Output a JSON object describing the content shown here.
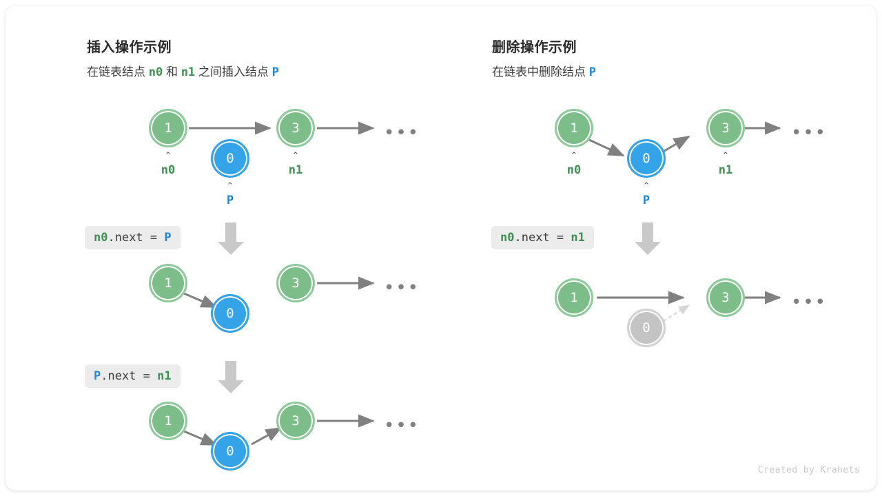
{
  "colors": {
    "node_green": "#7dbd8a",
    "node_blue": "#35a3e8",
    "node_gray": "#c4c4c4",
    "label_green": "#3f9153",
    "label_blue": "#2186d6",
    "arrow_gray": "#808080",
    "chip_bg": "#ececec",
    "card_bg": "#ffffff"
  },
  "panels": {
    "insert": {
      "title": "插入操作示例",
      "subtitle": {
        "p1": "在链表结点",
        "t1": "n0",
        "p2": "和",
        "t2": "n1",
        "p3": "之间插入结点",
        "t3": "P"
      },
      "steps": [
        {
          "code": {
            "target": "n0",
            "dot": ".next = ",
            "value": "P"
          },
          "arrow_icon": "down-arrow-icon"
        },
        {
          "code": {
            "target": "P",
            "dot": ".next = ",
            "value": "n1"
          },
          "arrow_icon": "down-arrow-icon"
        }
      ],
      "rows": [
        {
          "name": "initial-state",
          "nodes": [
            {
              "value": "1",
              "color": "green",
              "pointer": "n0",
              "pointer_color": "green"
            },
            {
              "value": "0",
              "color": "blue",
              "pointer": "P",
              "pointer_color": "blue"
            },
            {
              "value": "3",
              "color": "green",
              "pointer": "n1",
              "pointer_color": "green"
            }
          ],
          "ellipsis": "•••"
        },
        {
          "name": "after-n0-next-p",
          "nodes": [
            {
              "value": "1",
              "color": "green"
            },
            {
              "value": "0",
              "color": "blue"
            },
            {
              "value": "3",
              "color": "green"
            }
          ],
          "ellipsis": "•••"
        },
        {
          "name": "after-p-next-n1",
          "nodes": [
            {
              "value": "1",
              "color": "green"
            },
            {
              "value": "0",
              "color": "blue"
            },
            {
              "value": "3",
              "color": "green"
            }
          ],
          "ellipsis": "•••"
        }
      ]
    },
    "delete": {
      "title": "删除操作示例",
      "subtitle": {
        "p1": "在链表中删除结点",
        "t1": "P"
      },
      "steps": [
        {
          "code": {
            "target": "n0",
            "dot": ".next = ",
            "value": "n1"
          },
          "arrow_icon": "down-arrow-icon"
        }
      ],
      "rows": [
        {
          "name": "initial-state",
          "nodes": [
            {
              "value": "1",
              "color": "green",
              "pointer": "n0",
              "pointer_color": "green"
            },
            {
              "value": "0",
              "color": "blue",
              "pointer": "P",
              "pointer_color": "blue"
            },
            {
              "value": "3",
              "color": "green",
              "pointer": "n1",
              "pointer_color": "green"
            }
          ],
          "ellipsis": "•••"
        },
        {
          "name": "after-delete",
          "nodes": [
            {
              "value": "1",
              "color": "green"
            },
            {
              "value": "0",
              "color": "gray"
            },
            {
              "value": "3",
              "color": "green"
            }
          ],
          "ellipsis": "•••"
        }
      ]
    }
  },
  "caret": "⌃",
  "credit": "Created by Krahets"
}
